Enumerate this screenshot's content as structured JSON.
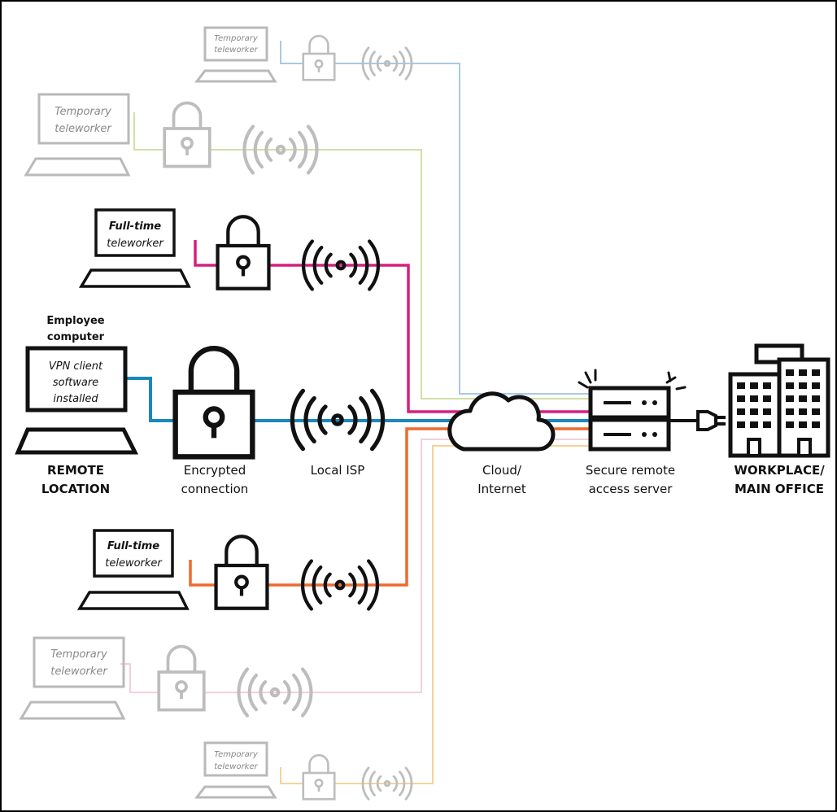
{
  "diagram": {
    "remote_location": {
      "top_label": "Employee computer",
      "screen_text": [
        "VPN client",
        "software",
        "installed"
      ],
      "bottom_label": [
        "REMOTE",
        "LOCATION"
      ]
    },
    "encrypted_label": [
      "Encrypted",
      "connection"
    ],
    "isp_label": "Local ISP",
    "cloud_label": [
      "Cloud/",
      "Internet"
    ],
    "server_label": [
      "Secure remote",
      "access server"
    ],
    "office_label": [
      "WORKPLACE/",
      "MAIN OFFICE"
    ],
    "teleworkers": [
      {
        "lines": [
          "Temporary",
          "teleworker"
        ],
        "color": "#a9c9e6"
      },
      {
        "lines": [
          "Temporary",
          "teleworker"
        ],
        "color": "#cfe0a6"
      },
      {
        "lines": [
          "Full-time",
          "teleworker"
        ],
        "color": "#d4217e"
      },
      {
        "lines": [
          "Full-time",
          "teleworker"
        ],
        "color": "#ee6a2e"
      },
      {
        "lines": [
          "Temporary",
          "teleworker"
        ],
        "color": "#f3cfd9"
      },
      {
        "lines": [
          "Temporary",
          "teleworker"
        ],
        "color": "#f6d39a"
      }
    ],
    "main_link_color": "#1b87bd"
  }
}
